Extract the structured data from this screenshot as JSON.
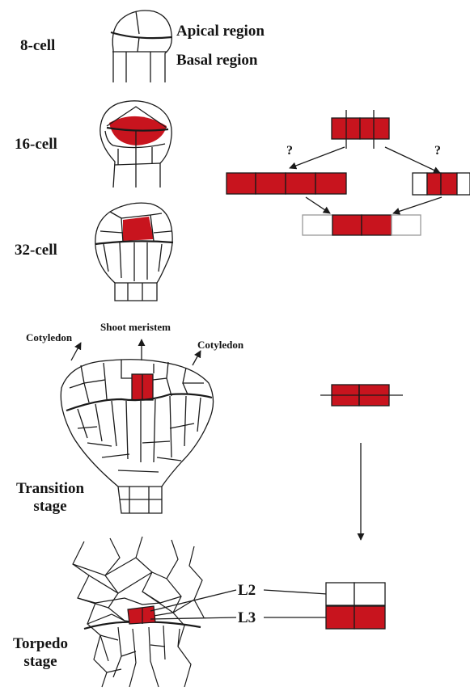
{
  "stages": {
    "cell8": "8-cell",
    "cell16": "16-cell",
    "cell32": "32-cell",
    "transition_line1": "Transition",
    "transition_line2": "stage",
    "torpedo_line1": "Torpedo",
    "torpedo_line2": "stage"
  },
  "regions": {
    "apical": "Apical region",
    "basal": "Basal region"
  },
  "transition_labels": {
    "cotyledon_left": "Cotyledon",
    "shoot_meristem": "Shoot meristem",
    "cotyledon_right": "Cotyledon"
  },
  "lineage": {
    "question_left": "?",
    "question_right": "?"
  },
  "layers": {
    "l2": "L2",
    "l3": "L3"
  },
  "colors": {
    "highlight_red": "#c8141e",
    "line": "#1a1a1a",
    "empty_cell": "#ffffff"
  }
}
